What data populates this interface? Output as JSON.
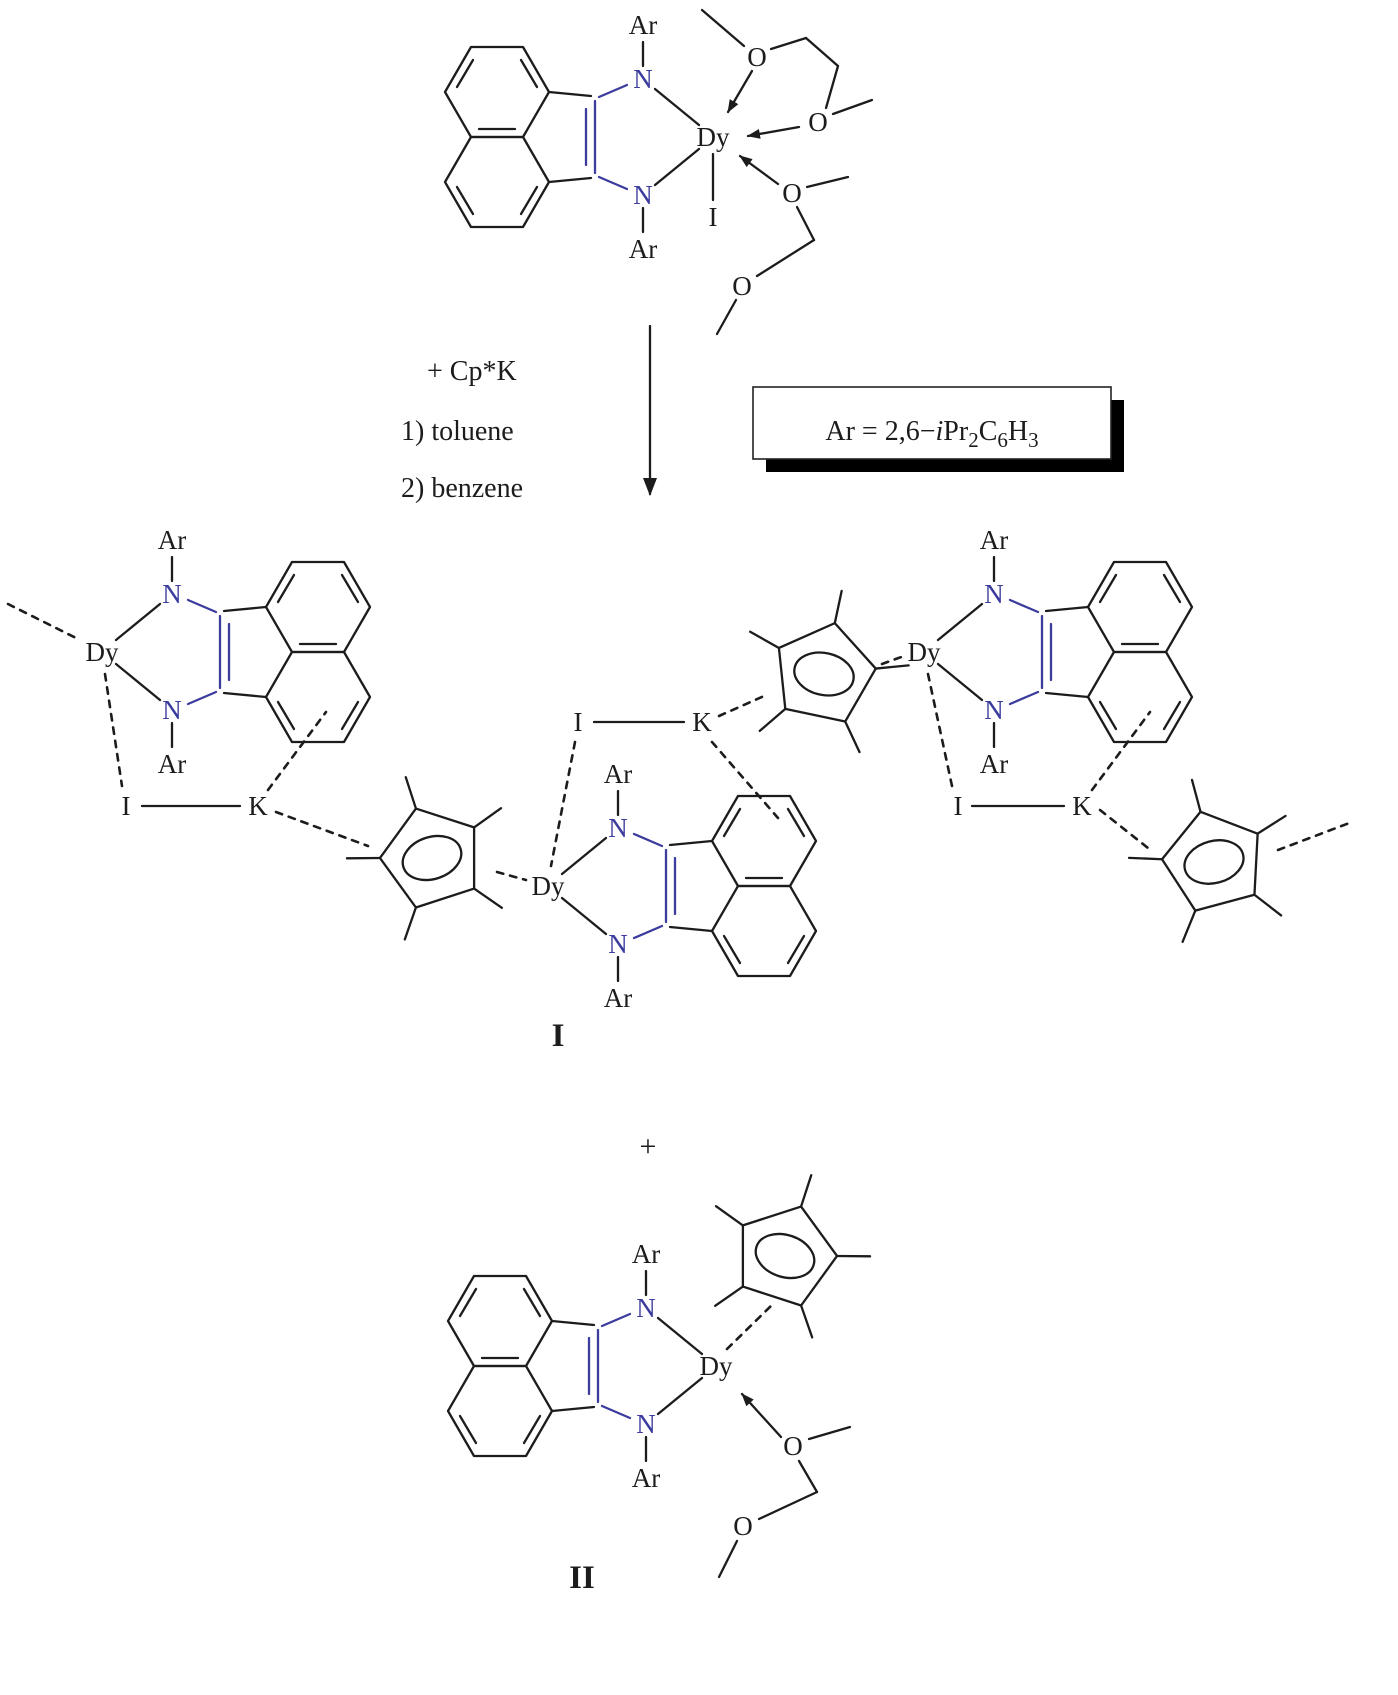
{
  "colors": {
    "bond-blue": "#3c3c9e",
    "ink": "#1c1c1c"
  },
  "labels": {
    "ar": "Ar",
    "n": "N",
    "dy": "Dy",
    "o": "O",
    "iodine": "I",
    "k": "K",
    "plus": "+",
    "compound_i": "I",
    "compound_ii": "II"
  },
  "reaction": {
    "reagent": "+ Cp*K",
    "step_1": "1) toluene",
    "step_2": "2) benzene"
  },
  "ar_definition": {
    "prefix": "Ar = 2,6−",
    "i": "i",
    "pr": "Pr",
    "sub_2": "2",
    "c": "C",
    "sub_6": "6",
    "h": "H",
    "sub_3": "3"
  }
}
